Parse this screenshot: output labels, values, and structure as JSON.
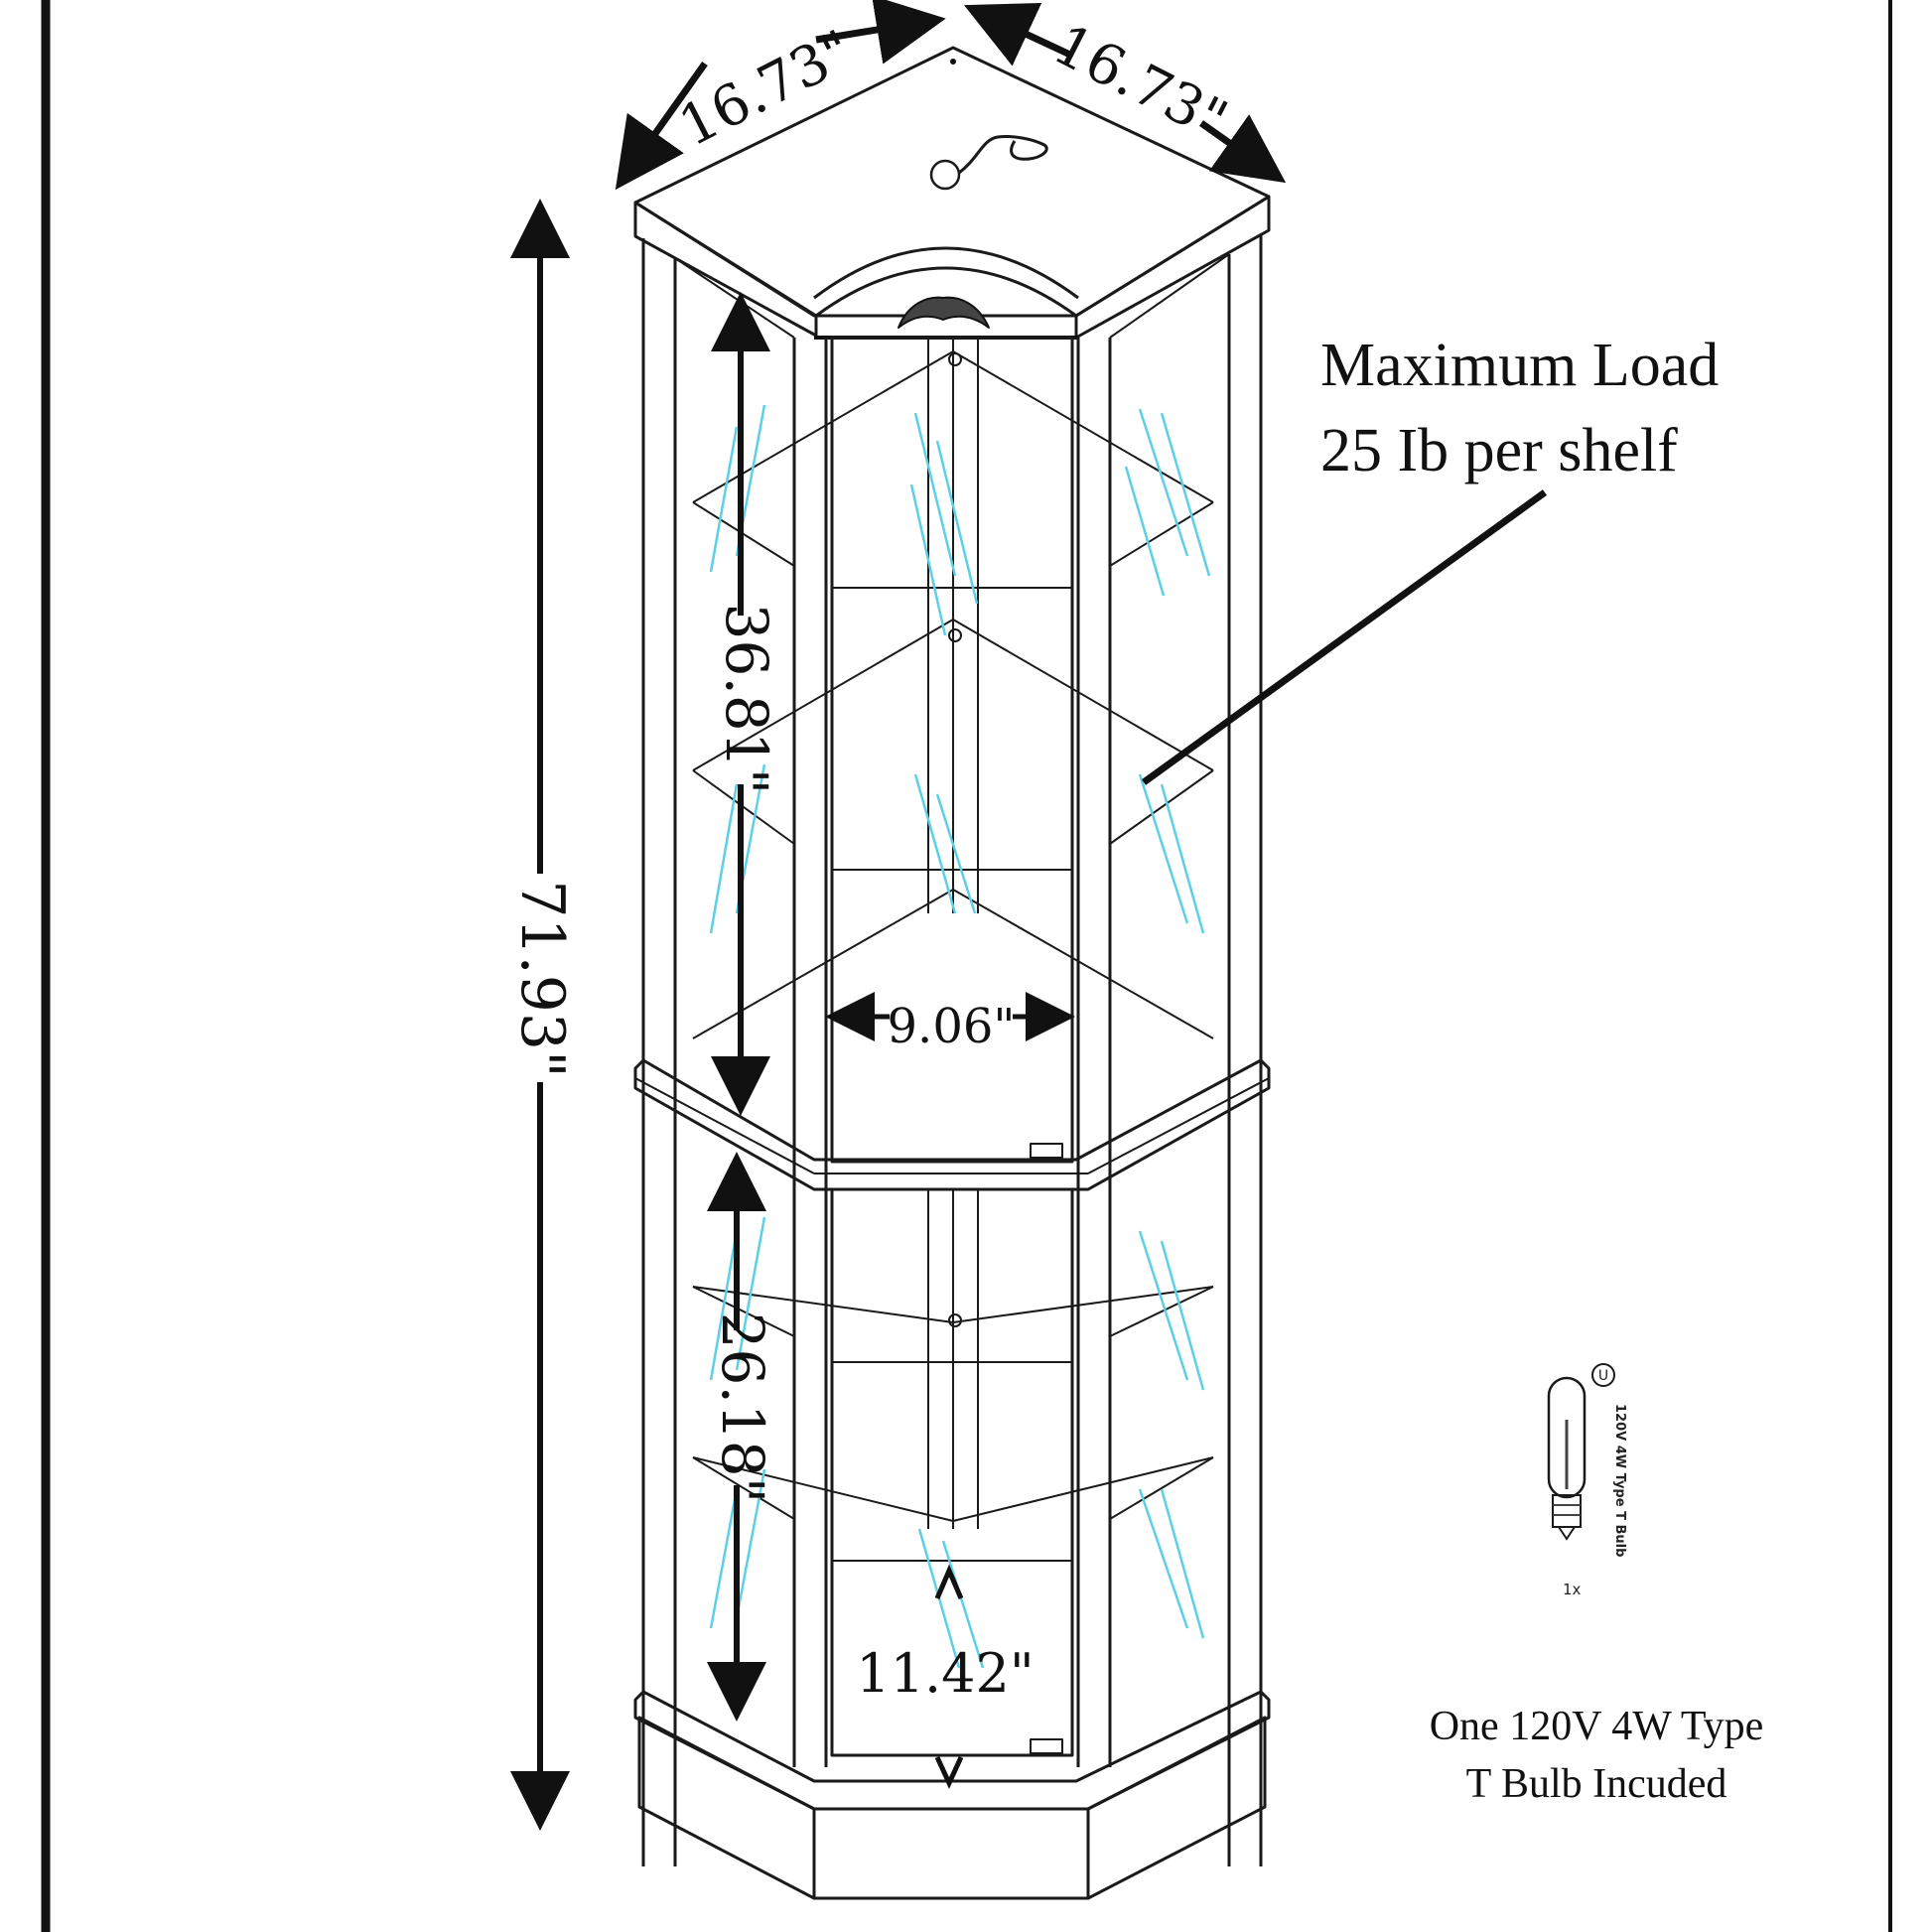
{
  "dimensions": {
    "top_left_depth": "16.73\"",
    "top_right_depth": "16.73\"",
    "total_height": "71.93\"",
    "upper_door_height": "36.81\"",
    "upper_door_width": "9.06\"",
    "lower_door_height": "26.18\"",
    "lower_door_gap": "11.42\""
  },
  "callout": {
    "line1": "Maximum Load",
    "line2": "25 Ib per shelf"
  },
  "bulb": {
    "cert_mark": "U",
    "spec_text": "120V 4W Type T Bulb",
    "quantity": "1x",
    "caption_line1": "One 120V 4W Type",
    "caption_line2": "T Bulb Incuded"
  },
  "colors": {
    "line": "#1a1a1a",
    "glass_hatch": "#5bd0e6",
    "background": "#ffffff"
  }
}
